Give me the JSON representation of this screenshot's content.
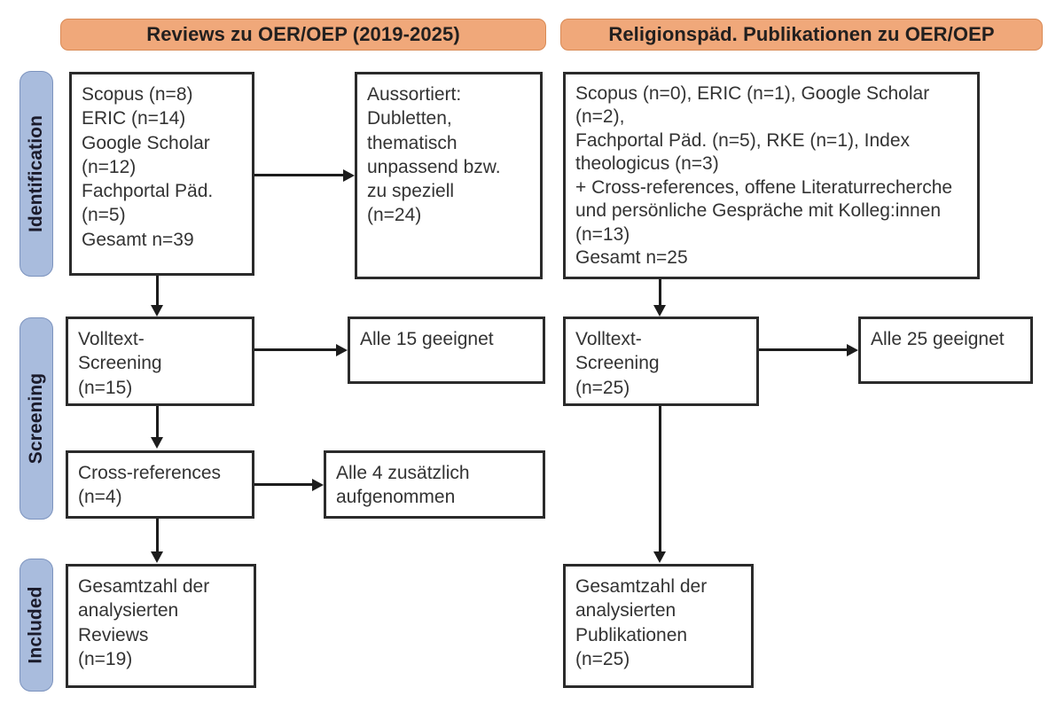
{
  "diagram": {
    "title": "PRISMA-Flussdiagramm: Reviews und religionspädagogische Publikationen zu OER/OEP",
    "type": "prisma-flow",
    "accent_orange": "#F0A87A",
    "accent_blue": "#A9BCDD",
    "border_color": "#2b2b2b"
  },
  "stages": [
    {
      "id": "identification",
      "label": "Identification"
    },
    {
      "id": "screening",
      "label": "Screening"
    },
    {
      "id": "included",
      "label": "Included"
    }
  ],
  "columns": [
    {
      "id": "left",
      "header": "Reviews zu OER/OEP (2019-2025)"
    },
    {
      "id": "right",
      "header": "Religionspäd. Publikationen zu OER/OEP"
    }
  ],
  "nodes": {
    "left_sources": {
      "text": "Scopus (n=8)\nERIC (n=14)\nGoogle Scholar\n(n=12)\nFachportal Päd.\n(n=5)\nGesamt n=39",
      "lines": [
        "Scopus (n=8)",
        "ERIC (n=14)",
        "Google Scholar",
        "(n=12)",
        "Fachportal Päd.",
        "(n=5)",
        "Gesamt n=39"
      ],
      "counts": {
        "Scopus": 8,
        "ERIC": 14,
        "Google Scholar": 12,
        "Fachportal Päd.": 5,
        "Gesamt": 39
      }
    },
    "left_excluded": {
      "text": "Aussortiert:\nDubletten,\nthematisch\nunpassend bzw.\nzu speziell\n(n=24)",
      "counts": {
        "n": 24
      }
    },
    "left_fulltext": {
      "text": "Volltext-\nScreening\n(n=15)",
      "counts": {
        "n": 15
      }
    },
    "left_fulltext_result": {
      "text": "Alle 15 geeignet",
      "counts": {
        "n": 15
      }
    },
    "left_crossrefs": {
      "text": "Cross-references\n(n=4)",
      "counts": {
        "n": 4
      }
    },
    "left_crossrefs_result": {
      "text": "Alle 4 zusätzlich\naufgenommen",
      "counts": {
        "n": 4
      }
    },
    "left_included": {
      "text": "Gesamtzahl der\nanalysierten\nReviews\n(n=19)",
      "counts": {
        "n": 19
      }
    },
    "right_sources": {
      "text": "Scopus (n=0), ERIC (n=1), Google Scholar (n=2),\nFachportal Päd. (n=5), RKE (n=1), Index\ntheologicus (n=3)\n+ Cross-references, offene Literaturrecherche\nund persönliche Gespräche mit Kolleg:innen\n(n=13)\nGesamt n=25",
      "lines": [
        "Scopus (n=0), ERIC (n=1), Google Scholar (n=2),",
        "Fachportal Päd. (n=5), RKE (n=1), Index",
        "theologicus (n=3)",
        "+ Cross-references, offene Literaturrecherche",
        "und persönliche Gespräche mit Kolleg:innen",
        "(n=13)",
        "Gesamt n=25"
      ],
      "counts": {
        "Scopus": 0,
        "ERIC": 1,
        "Google Scholar": 2,
        "Fachportal Päd.": 5,
        "RKE": 1,
        "Index theologicus": 3,
        "Weitere": 13,
        "Gesamt": 25
      }
    },
    "right_fulltext": {
      "text": "Volltext-\nScreening\n(n=25)",
      "counts": {
        "n": 25
      }
    },
    "right_fulltext_result": {
      "text": "Alle 25 geeignet",
      "counts": {
        "n": 25
      }
    },
    "right_included": {
      "text": "Gesamtzahl der\nanalysierten\nPublikationen\n(n=25)",
      "counts": {
        "n": 25
      }
    }
  }
}
